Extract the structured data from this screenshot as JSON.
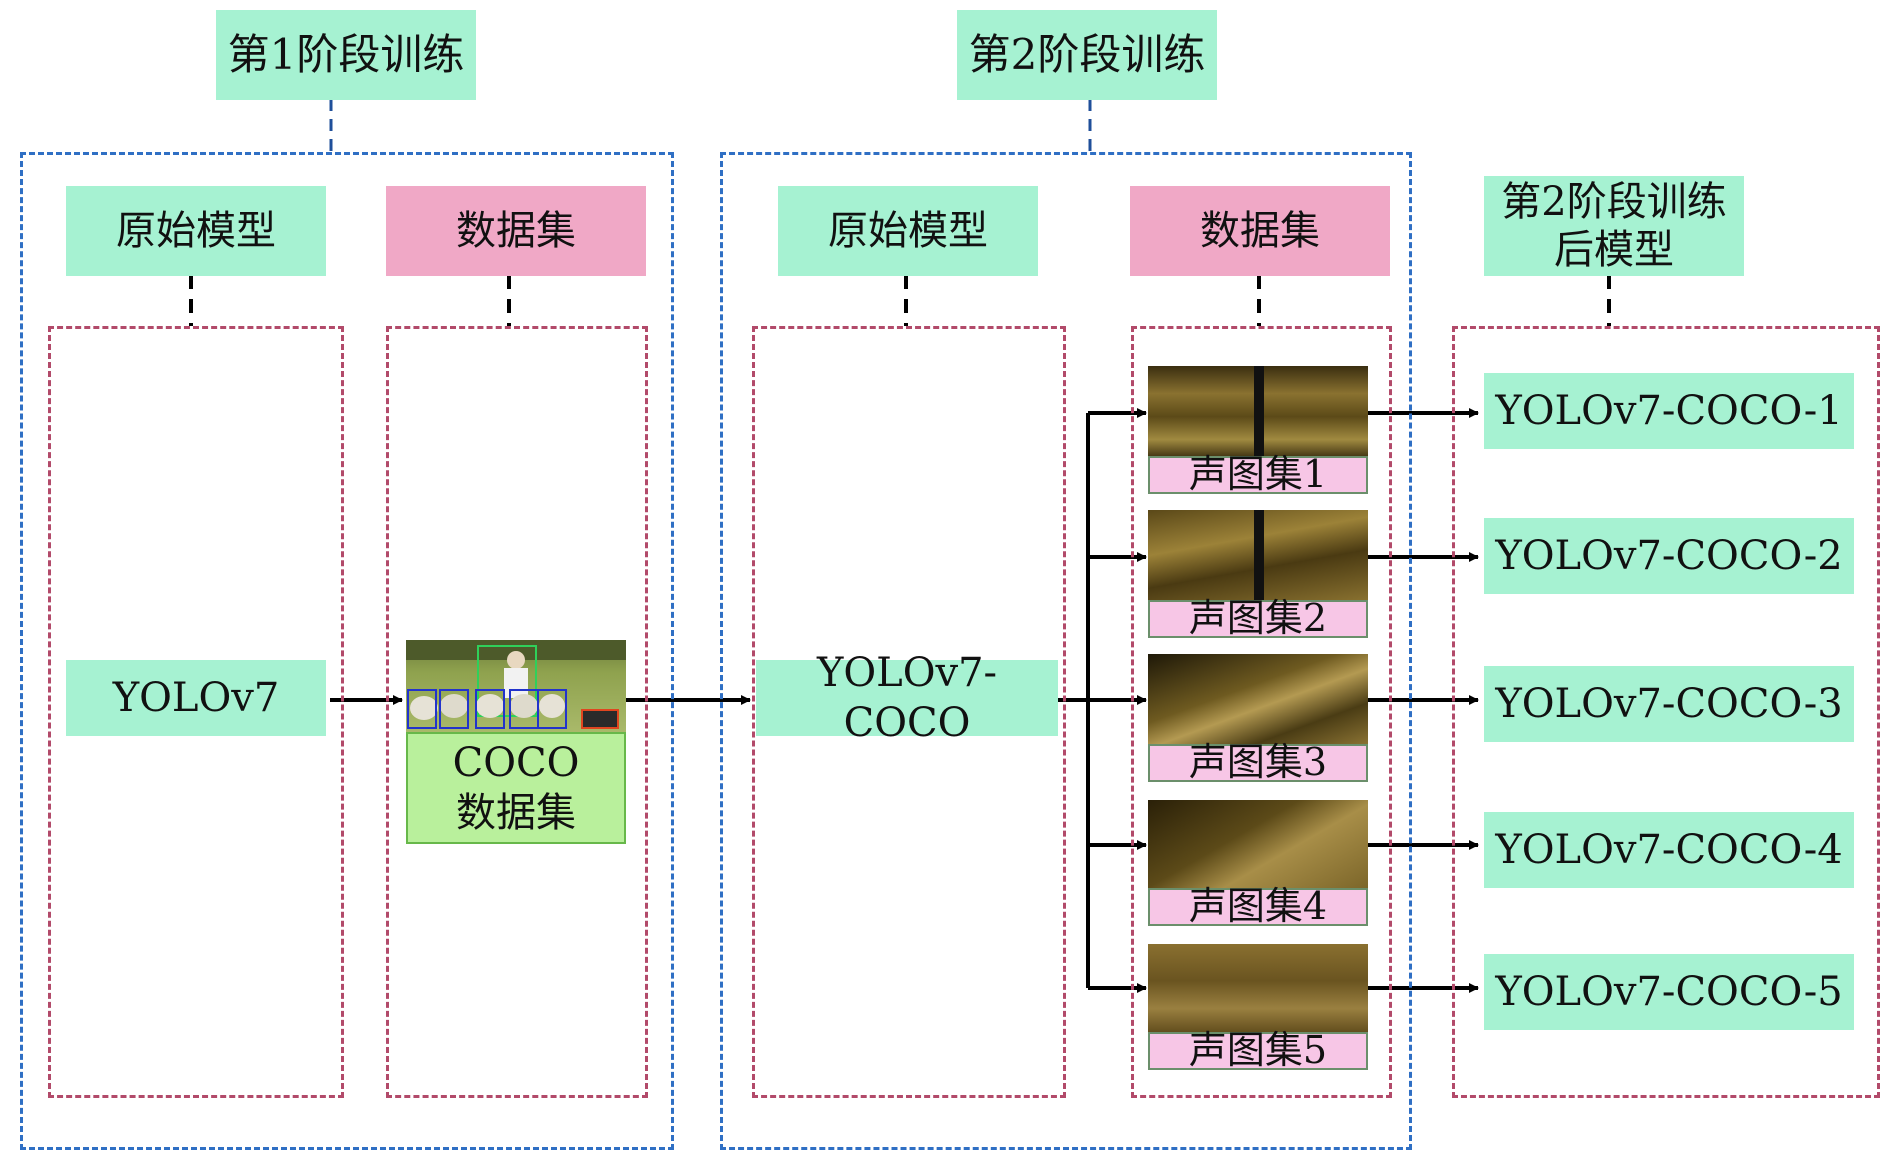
{
  "stage1": {
    "title": "第1阶段训练",
    "model_header": "原始模型",
    "dataset_header": "数据集",
    "model": "YOLOv7",
    "dataset_line1": "COCO",
    "dataset_line2": "数据集"
  },
  "stage2": {
    "title": "第2阶段训练",
    "model_header": "原始模型",
    "dataset_header": "数据集",
    "model": "YOLOv7-COCO",
    "sonar_sets": [
      "声图集1",
      "声图集2",
      "声图集3",
      "声图集4",
      "声图集5"
    ]
  },
  "output": {
    "header_line1": "第2阶段训练",
    "header_line2": "后模型",
    "models": [
      "YOLOv7-COCO-1",
      "YOLOv7-COCO-2",
      "YOLOv7-COCO-3",
      "YOLOv7-COCO-4",
      "YOLOv7-COCO-5"
    ]
  },
  "colors": {
    "green_box": "#a6f2d2",
    "pink_box": "#f0a8c6",
    "blue_dash": "#2f6fc4",
    "red_dash": "#b24a6a"
  }
}
